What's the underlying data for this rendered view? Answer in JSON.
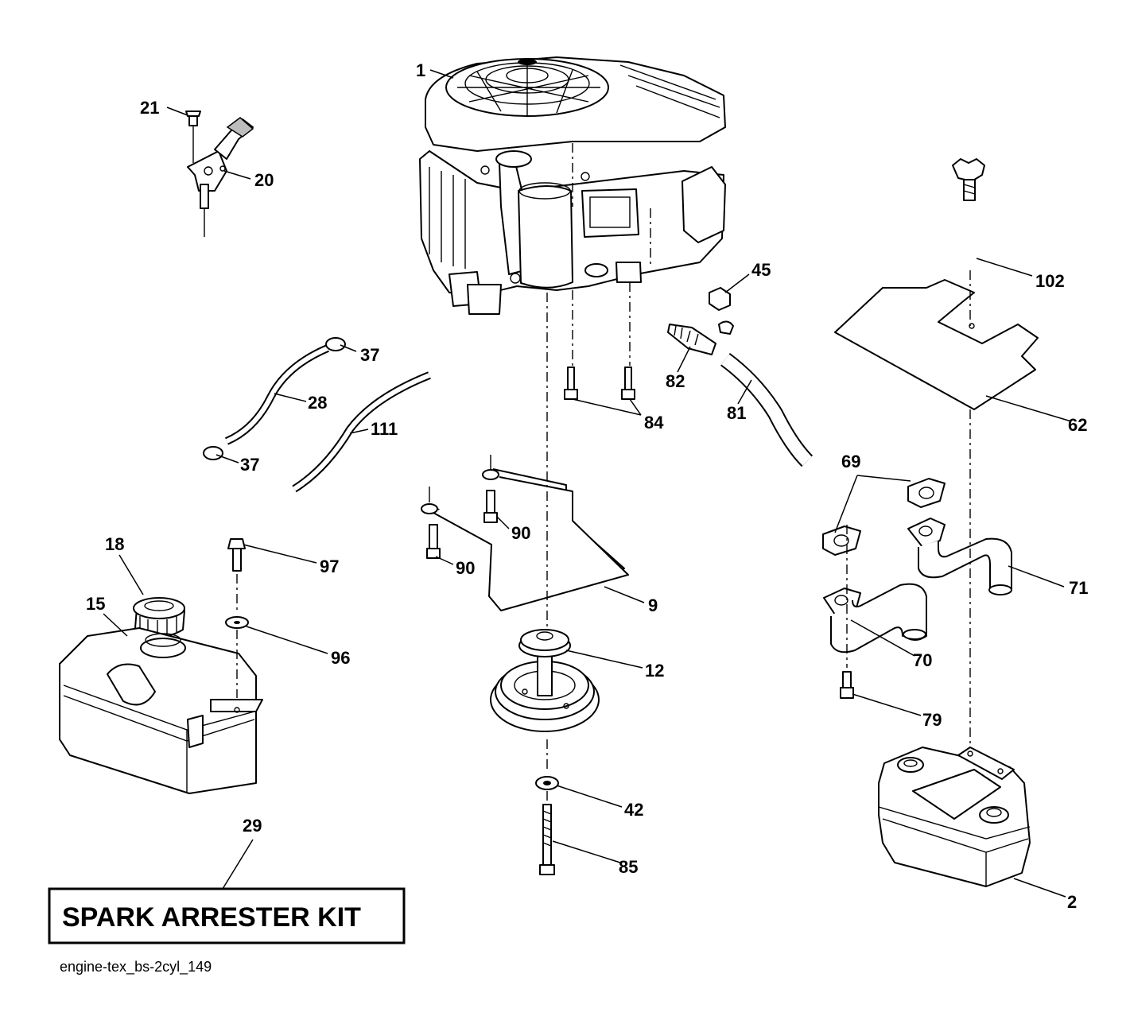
{
  "diagram": {
    "callouts": [
      {
        "id": "c1",
        "label": "1"
      },
      {
        "id": "c21",
        "label": "21"
      },
      {
        "id": "c20",
        "label": "20"
      },
      {
        "id": "c45",
        "label": "45"
      },
      {
        "id": "c102",
        "label": "102"
      },
      {
        "id": "c37a",
        "label": "37"
      },
      {
        "id": "c28",
        "label": "28"
      },
      {
        "id": "c111",
        "label": "111"
      },
      {
        "id": "c37b",
        "label": "37"
      },
      {
        "id": "c82",
        "label": "82"
      },
      {
        "id": "c84",
        "label": "84"
      },
      {
        "id": "c81",
        "label": "81"
      },
      {
        "id": "c62",
        "label": "62"
      },
      {
        "id": "c69",
        "label": "69"
      },
      {
        "id": "c18",
        "label": "18"
      },
      {
        "id": "c97",
        "label": "97"
      },
      {
        "id": "c90a",
        "label": "90"
      },
      {
        "id": "c90b",
        "label": "90"
      },
      {
        "id": "c71",
        "label": "71"
      },
      {
        "id": "c15",
        "label": "15"
      },
      {
        "id": "c9",
        "label": "9"
      },
      {
        "id": "c96",
        "label": "96"
      },
      {
        "id": "c12",
        "label": "12"
      },
      {
        "id": "c70",
        "label": "70"
      },
      {
        "id": "c79",
        "label": "79"
      },
      {
        "id": "c42",
        "label": "42"
      },
      {
        "id": "c29",
        "label": "29"
      },
      {
        "id": "c85",
        "label": "85"
      },
      {
        "id": "c2",
        "label": "2"
      }
    ],
    "kit_box_label": "SPARK ARRESTER KIT",
    "reference_id": "engine-tex_bs-2cyl_149"
  }
}
